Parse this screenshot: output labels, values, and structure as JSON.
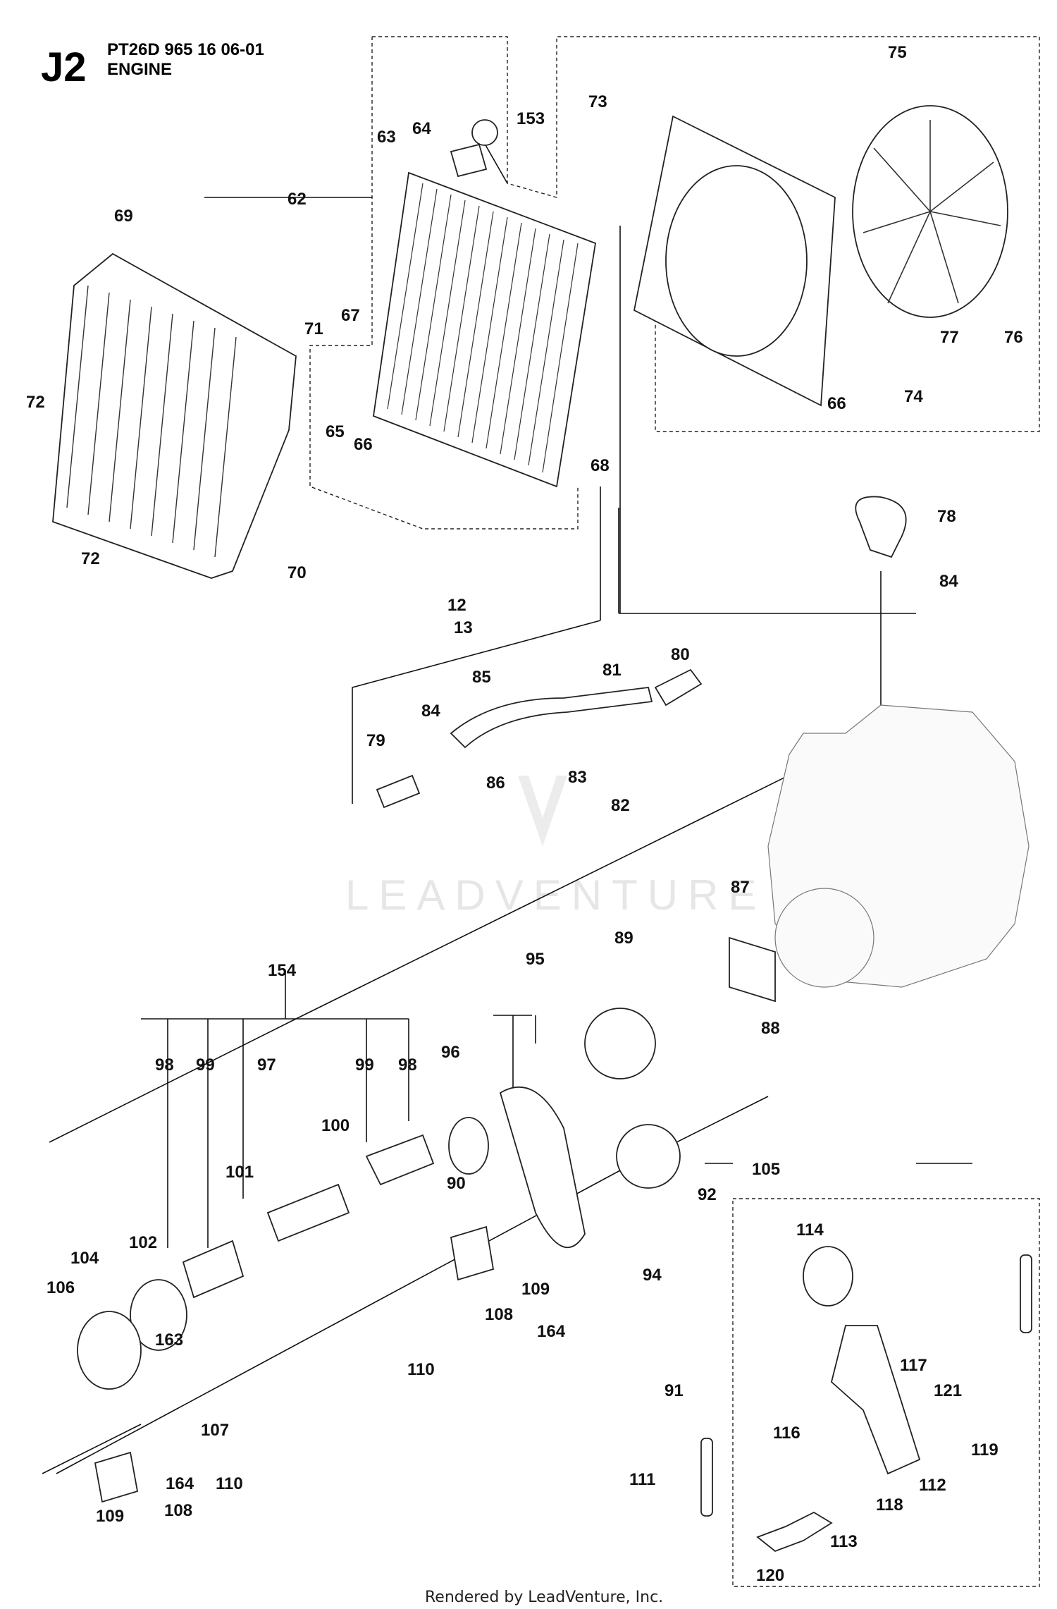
{
  "header": {
    "code": "J2",
    "model_line": "PT26D 965 16 06-01",
    "section": "ENGINE"
  },
  "watermark": "LEADVENTURE",
  "footer": "Rendered by LeadVenture, Inc.",
  "callouts": [
    {
      "id": "c75",
      "text": "75"
    },
    {
      "id": "c73",
      "text": "73"
    },
    {
      "id": "c64",
      "text": "64"
    },
    {
      "id": "c153",
      "text": "153"
    },
    {
      "id": "c63",
      "text": "63"
    },
    {
      "id": "c62",
      "text": "62"
    },
    {
      "id": "c69",
      "text": "69"
    },
    {
      "id": "c71",
      "text": "71"
    },
    {
      "id": "c67",
      "text": "67"
    },
    {
      "id": "c72a",
      "text": "72"
    },
    {
      "id": "c65",
      "text": "65"
    },
    {
      "id": "c66a",
      "text": "66"
    },
    {
      "id": "c68",
      "text": "68"
    },
    {
      "id": "c77",
      "text": "77"
    },
    {
      "id": "c76",
      "text": "76"
    },
    {
      "id": "c66b",
      "text": "66"
    },
    {
      "id": "c74",
      "text": "74"
    },
    {
      "id": "c72b",
      "text": "72"
    },
    {
      "id": "c70",
      "text": "70"
    },
    {
      "id": "c78",
      "text": "78"
    },
    {
      "id": "c84a",
      "text": "84"
    },
    {
      "id": "c12",
      "text": "12"
    },
    {
      "id": "c13",
      "text": "13"
    },
    {
      "id": "c85",
      "text": "85"
    },
    {
      "id": "c81",
      "text": "81"
    },
    {
      "id": "c80",
      "text": "80"
    },
    {
      "id": "c84b",
      "text": "84"
    },
    {
      "id": "c79",
      "text": "79"
    },
    {
      "id": "c83",
      "text": "83"
    },
    {
      "id": "c86",
      "text": "86"
    },
    {
      "id": "c82",
      "text": "82"
    },
    {
      "id": "c87",
      "text": "87"
    },
    {
      "id": "c89",
      "text": "89"
    },
    {
      "id": "c154",
      "text": "154"
    },
    {
      "id": "c95",
      "text": "95"
    },
    {
      "id": "c88",
      "text": "88"
    },
    {
      "id": "c98a",
      "text": "98"
    },
    {
      "id": "c99a",
      "text": "99"
    },
    {
      "id": "c97",
      "text": "97"
    },
    {
      "id": "c99b",
      "text": "99"
    },
    {
      "id": "c98b",
      "text": "98"
    },
    {
      "id": "c96",
      "text": "96"
    },
    {
      "id": "c100",
      "text": "100"
    },
    {
      "id": "c90",
      "text": "90"
    },
    {
      "id": "c105",
      "text": "105"
    },
    {
      "id": "c92",
      "text": "92"
    },
    {
      "id": "c101",
      "text": "101"
    },
    {
      "id": "c102",
      "text": "102"
    },
    {
      "id": "c104",
      "text": "104"
    },
    {
      "id": "c106",
      "text": "106"
    },
    {
      "id": "c109a",
      "text": "109"
    },
    {
      "id": "c94",
      "text": "94"
    },
    {
      "id": "c114",
      "text": "114"
    },
    {
      "id": "c108a",
      "text": "108"
    },
    {
      "id": "c164a",
      "text": "164"
    },
    {
      "id": "c163",
      "text": "163"
    },
    {
      "id": "c110a",
      "text": "110"
    },
    {
      "id": "c117",
      "text": "117"
    },
    {
      "id": "c91",
      "text": "91"
    },
    {
      "id": "c121",
      "text": "121"
    },
    {
      "id": "c116",
      "text": "116"
    },
    {
      "id": "c119",
      "text": "119"
    },
    {
      "id": "c107",
      "text": "107"
    },
    {
      "id": "c111",
      "text": "111"
    },
    {
      "id": "c164b",
      "text": "164"
    },
    {
      "id": "c110b",
      "text": "110"
    },
    {
      "id": "c112",
      "text": "112"
    },
    {
      "id": "c118",
      "text": "118"
    },
    {
      "id": "c108b",
      "text": "108"
    },
    {
      "id": "c109b",
      "text": "109"
    },
    {
      "id": "c113",
      "text": "113"
    },
    {
      "id": "c120",
      "text": "120"
    }
  ]
}
